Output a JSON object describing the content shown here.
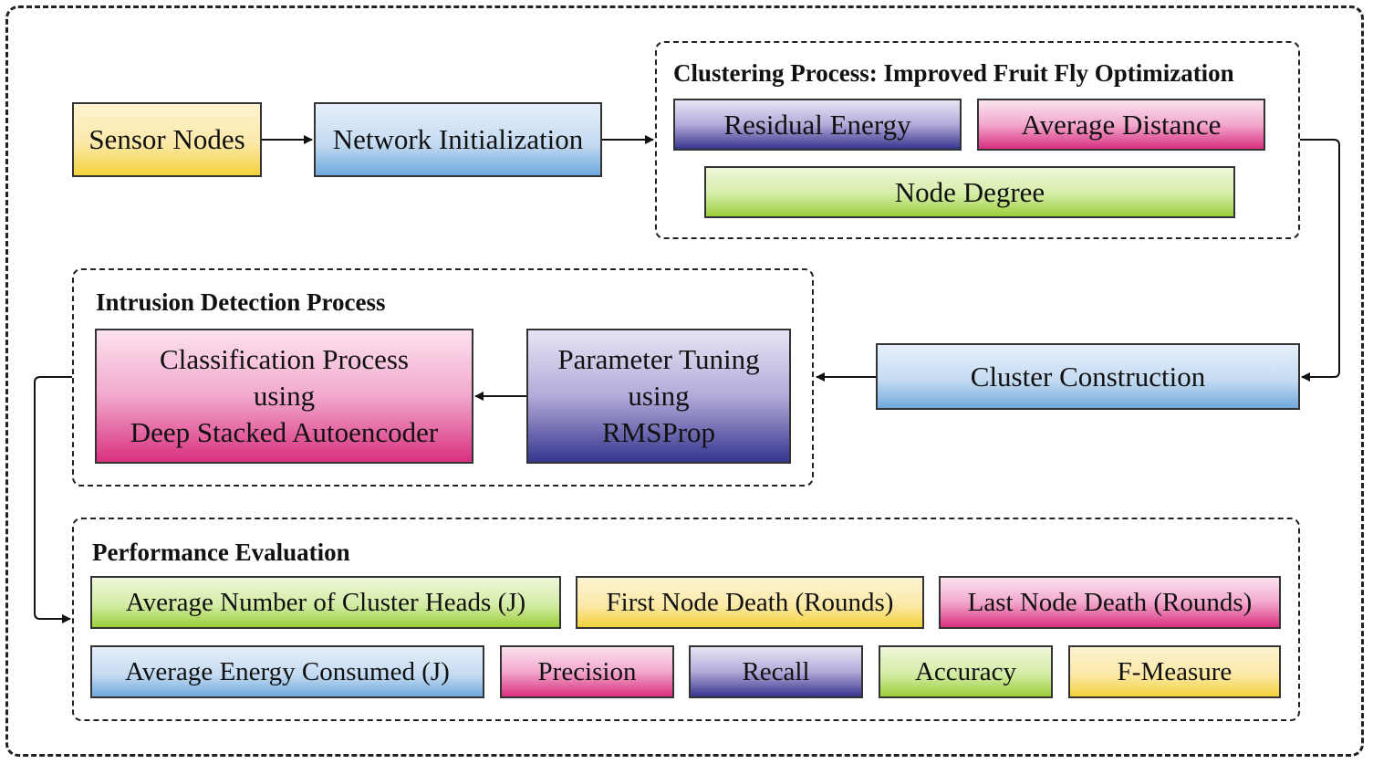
{
  "clustering": {
    "title": "Clustering Process: Improved Fruit Fly Optimization",
    "residual_energy": "Residual Energy",
    "average_distance": "Average Distance",
    "node_degree": "Node Degree"
  },
  "flow": {
    "sensor_nodes": "Sensor Nodes",
    "network_initialization": "Network Initialization",
    "cluster_construction": "Cluster Construction"
  },
  "intrusion": {
    "title": "Intrusion Detection Process",
    "classification_line1": "Classification Process",
    "classification_line2": "using",
    "classification_line3": "Deep Stacked Autoencoder",
    "tuning_line1": "Parameter Tuning",
    "tuning_line2": "using",
    "tuning_line3": "RMSProp"
  },
  "evaluation": {
    "title": "Performance Evaluation",
    "metrics_row1": [
      "Average Number of Cluster Heads (J)",
      "First Node Death (Rounds)",
      "Last Node Death (Rounds)"
    ],
    "metrics_row2": [
      "Average Energy Consumed (J)",
      "Precision",
      "Recall",
      "Accuracy",
      "F-Measure"
    ]
  },
  "colors": {
    "yellow": "#f3d23c",
    "blue": "#6fa9dc",
    "pink": "#d8307f",
    "purple": "#35368e",
    "green": "#9bcf3a",
    "border": "#222222"
  }
}
